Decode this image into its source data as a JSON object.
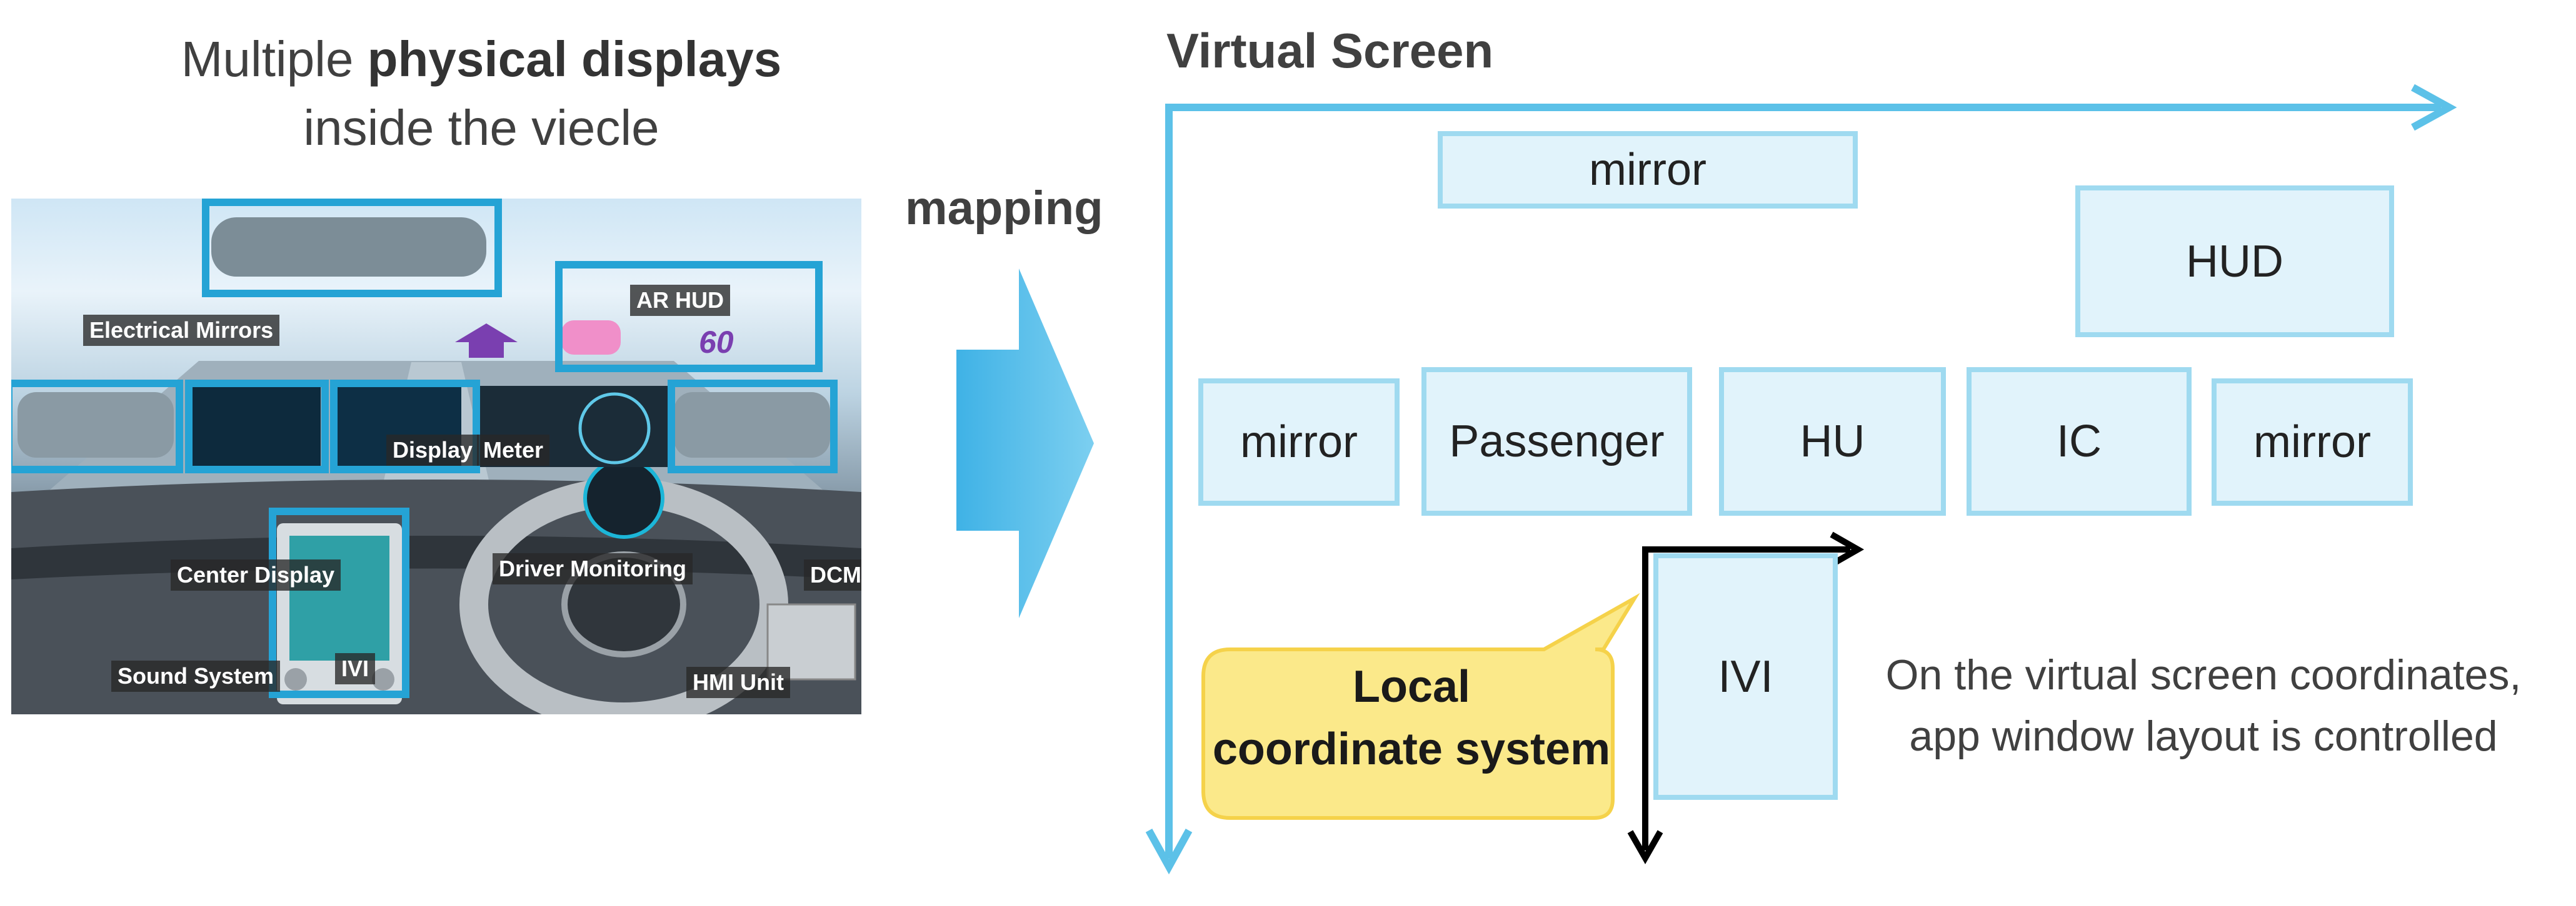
{
  "left_title": {
    "line1_prefix": "Multiple ",
    "line1_bold": "physical displays",
    "line2": "inside the viecle"
  },
  "photo_labels": {
    "electrical_mirrors": "Electrical Mirrors",
    "ar_hud": "AR HUD",
    "display": "Display",
    "meter": "Meter",
    "center_display": "Center Display",
    "driver_monitoring": "Driver Monitoring",
    "dcm": "DCM",
    "sound_system": "Sound System",
    "ivi": "IVI",
    "hmi_unit": "HMI Unit",
    "speed": "60"
  },
  "mapping_label": "mapping",
  "virtual_screen": {
    "title": "Virtual Screen",
    "windows": {
      "mirror_top": "mirror",
      "hud": "HUD",
      "mirror_left": "mirror",
      "passenger": "Passenger",
      "hu": "HU",
      "ic": "IC",
      "mirror_right": "mirror",
      "ivi": "IVI"
    },
    "callout": {
      "line1": "Local",
      "line2": "coordinate system"
    },
    "note": {
      "line1": "On the virtual screen coordinates,",
      "line2": "app window layout is controlled"
    }
  },
  "colors": {
    "accent_blue": "#25a3d5",
    "axis_blue": "#5cc1e8",
    "box_fill": "#e1f3fb",
    "box_border": "#9fdaf0",
    "callout_fill": "#fbe98a"
  }
}
